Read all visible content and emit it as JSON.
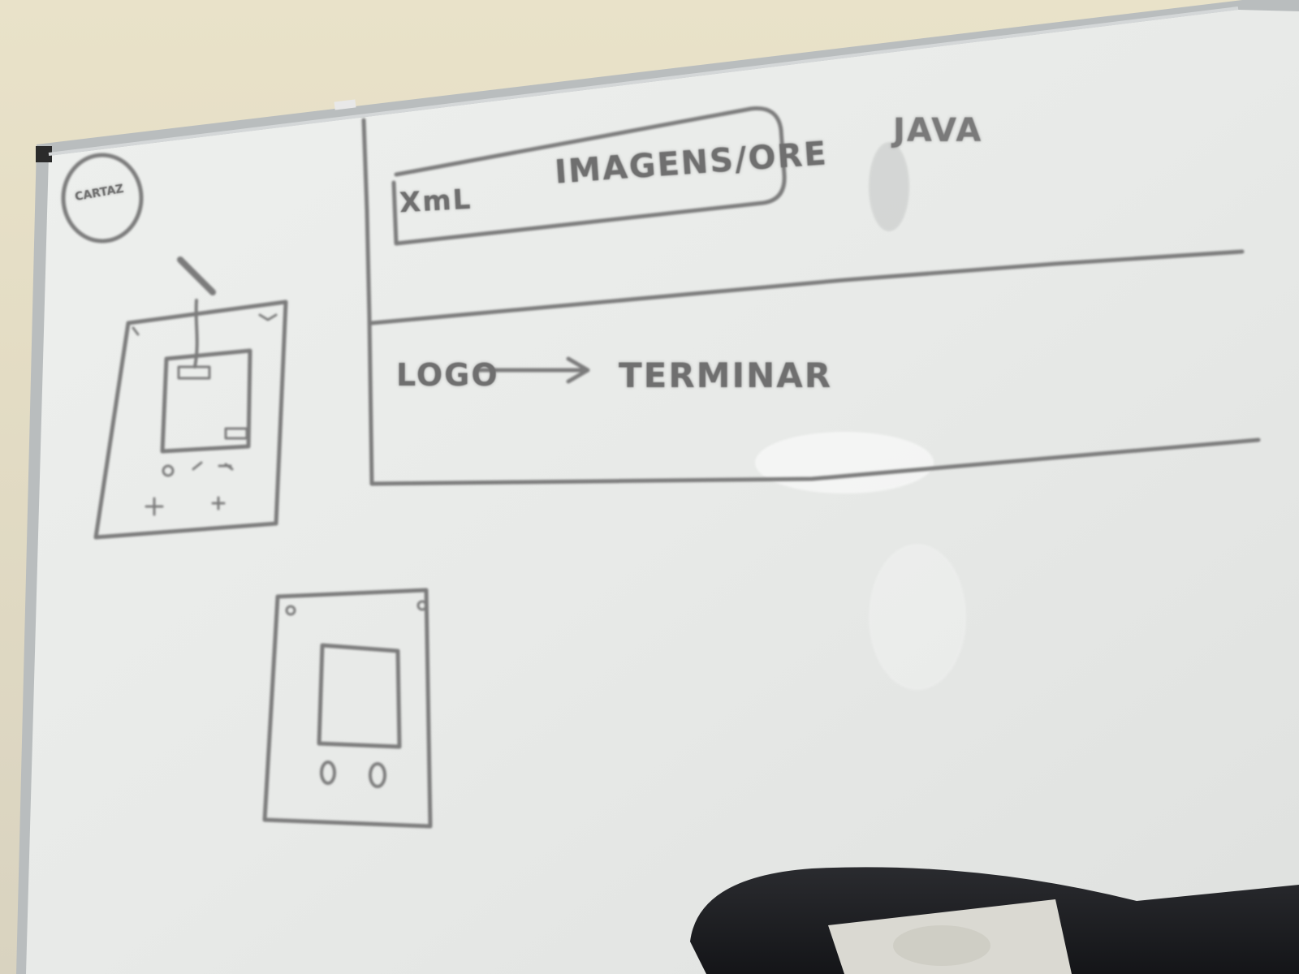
{
  "whiteboard": {
    "labels": {
      "xml": "XmL",
      "imagens": "IMAGENS/ORE",
      "java": "JAVA",
      "logo": "LOGO",
      "terminar": "TERMINAR",
      "circle_label": "CARTAZ"
    }
  },
  "colors": {
    "wall": "#e6dfc6",
    "board": "#ecedea",
    "frame": "#b8bcbd",
    "marker": "#707070",
    "bag": "#1c1d20"
  }
}
